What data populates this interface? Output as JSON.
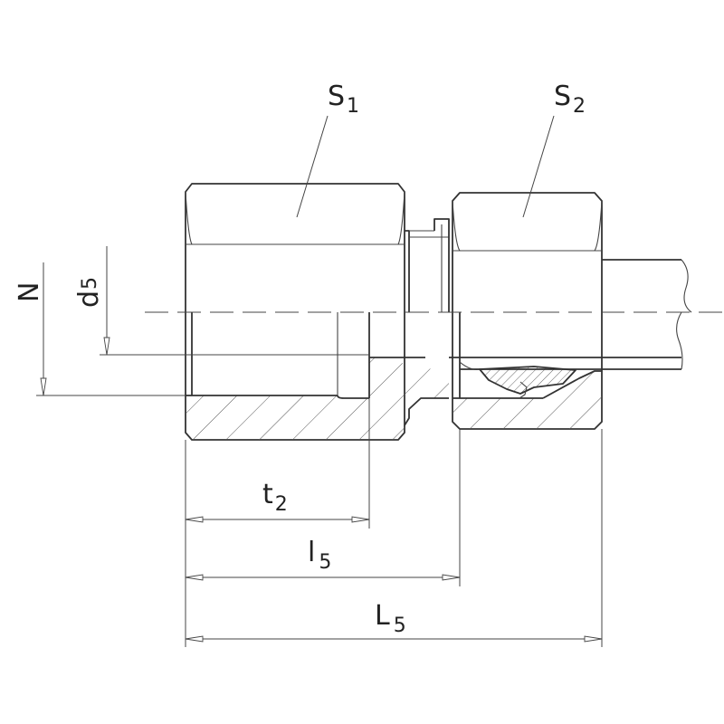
{
  "labels": {
    "s1": {
      "main": "S",
      "sub": "1"
    },
    "s2": {
      "main": "S",
      "sub": "2"
    },
    "n": "N",
    "d5": {
      "main": "d",
      "sub": "5"
    },
    "t2": {
      "main": "t",
      "sub": "2"
    },
    "l5": {
      "main": "l",
      "sub": "5"
    },
    "L5": {
      "main": "L",
      "sub": "5"
    }
  },
  "colors": {
    "line": "#333333",
    "background": "#ffffff"
  }
}
